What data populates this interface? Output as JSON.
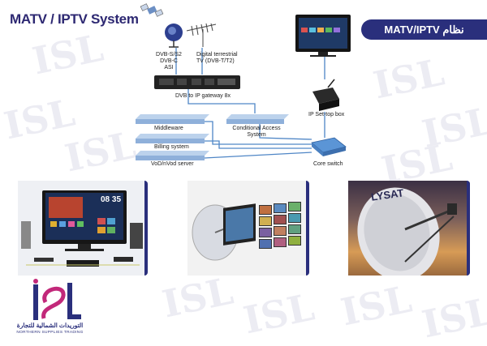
{
  "header": {
    "title": "MATV / IPTV System",
    "arabic_title": "MATV/IPTV نظام"
  },
  "diagram": {
    "sat_label": "DVB-S/S2\nDVB-C\nASI",
    "terrestrial_label": "Digital terrestrial\nTV (DVB-T/T2)",
    "gateway_label": "DVB to IP gateway 8x",
    "stb_label": "IP Set-top box",
    "middleware_label": "Middleware",
    "billing_label": "Billing system",
    "vod_label": "VoD/nVod server",
    "ca_label": "Conditional Access\nSystem",
    "switch_label": "Core switch"
  },
  "photos": {
    "tv_time": "08 35",
    "dish_brand": "LYSAT"
  },
  "logo": {
    "arabic": "التوريدات الشمالية للتجارة",
    "english": "NORTHERN SUPPLIES TRADING"
  },
  "colors": {
    "brand": "#2a2f7c",
    "connector": "#4f86c6",
    "bar": "#9ab8de"
  }
}
